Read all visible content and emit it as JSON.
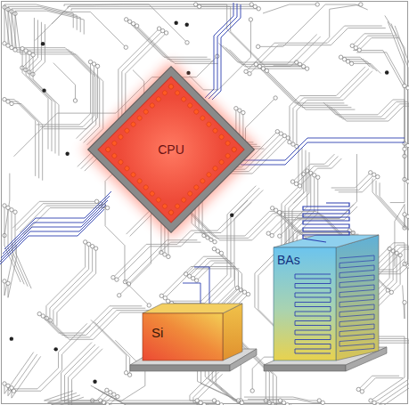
{
  "diagram": {
    "nodes": [
      {
        "text": [
          "CPU"
        ]
      },
      {
        "text": [
          "Si"
        ]
      },
      {
        "text": [
          "BAs"
        ]
      }
    ]
  }
}
